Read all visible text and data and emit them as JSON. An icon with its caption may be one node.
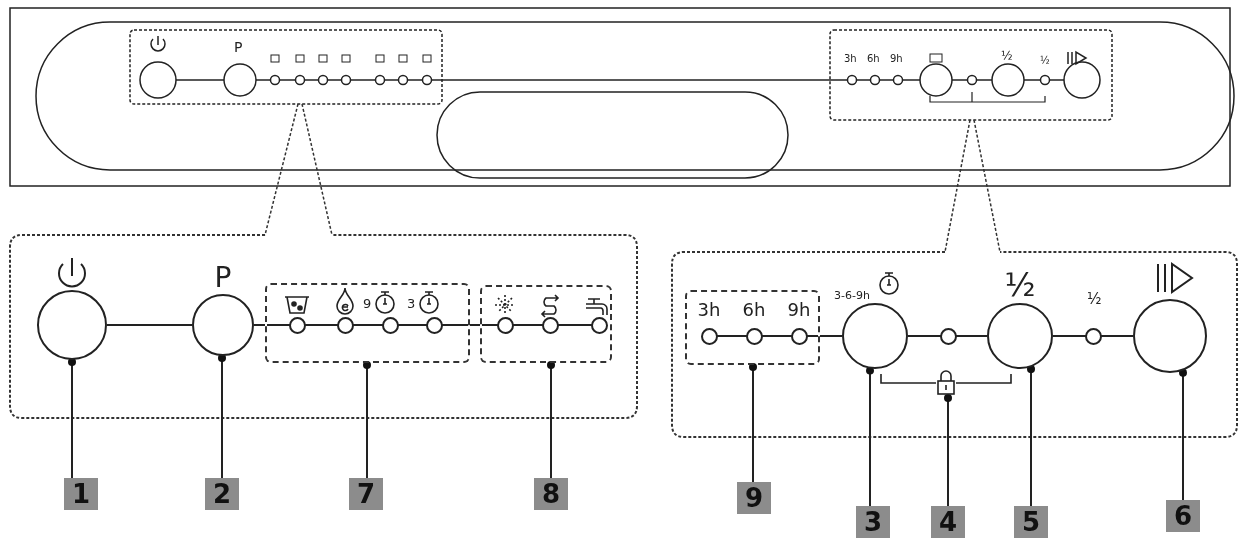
{
  "diagram": {
    "nodes": [
      {
        "text": [
          "1"
        ]
      },
      {
        "text": [
          "2"
        ]
      },
      {
        "text": [
          "7"
        ]
      },
      {
        "text": [
          "8"
        ]
      },
      {
        "text": [
          "9"
        ]
      },
      {
        "text": [
          "3"
        ]
      },
      {
        "text": [
          "4"
        ]
      },
      {
        "text": [
          "5"
        ]
      },
      {
        "text": [
          "6"
        ]
      },
      {
        "text": [],
        "shape": "circle"
      },
      {
        "text": [
          "P"
        ]
      },
      {
        "text": [
          "9",
          "3"
        ]
      },
      {
        "text": [],
        "shape": "box"
      },
      {
        "text": [
          "3h",
          "6h",
          "9h"
        ]
      },
      {
        "text": [
          "3-6-9h"
        ]
      },
      {
        "text": [],
        "shape": "bracket"
      },
      {
        "text": [
          "½"
        ]
      },
      {
        "text": [],
        "shape": "circle"
      }
    ],
    "edges": [
      {
        "from": 0,
        "to": 9,
        "arrow": "other"
      },
      {
        "from": 1,
        "to": 10,
        "arrow": "other"
      },
      {
        "from": 2,
        "to": 11,
        "arrow": "other"
      },
      {
        "from": 3,
        "to": 12,
        "arrow": "other"
      },
      {
        "from": 4,
        "to": 13,
        "arrow": "other"
      },
      {
        "from": 5,
        "to": 14,
        "arrow": "other"
      },
      {
        "from": 6,
        "to": 15,
        "arrow": "other"
      },
      {
        "from": 7,
        "to": 16,
        "arrow": "other"
      },
      {
        "from": 8,
        "to": 17,
        "arrow": "other"
      },
      {
        "from": 9,
        "to": 10,
        "arrow": "none"
      },
      {
        "from": 10,
        "to": 11,
        "arrow": "none"
      },
      {
        "from": 11,
        "to": 12,
        "arrow": "none"
      },
      {
        "from": 13,
        "to": 14,
        "arrow": "none"
      },
      {
        "from": 14,
        "to": 16,
        "arrow": "none"
      },
      {
        "from": 16,
        "to": 17,
        "arrow": "none"
      }
    ],
    "labels": [
      "P",
      "3h",
      "6h",
      "9h",
      "½",
      "½",
      "½"
    ]
  }
}
